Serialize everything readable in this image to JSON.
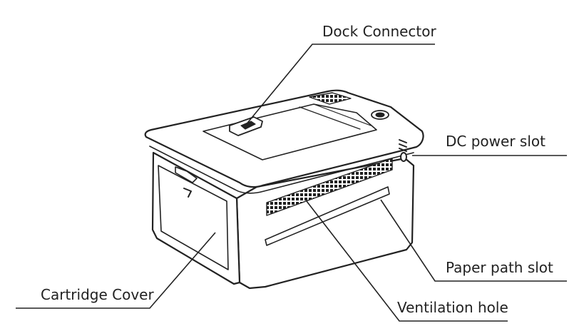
{
  "diagram": {
    "labels": {
      "dock_connector": "Dock Connector",
      "dc_power_slot": "DC power slot",
      "paper_path_slot": "Paper path slot",
      "ventilation_hole": "Ventilation hole",
      "cartridge_cover": "Cartridge Cover"
    }
  },
  "colors": {
    "line": "#222222",
    "background": "#ffffff"
  }
}
